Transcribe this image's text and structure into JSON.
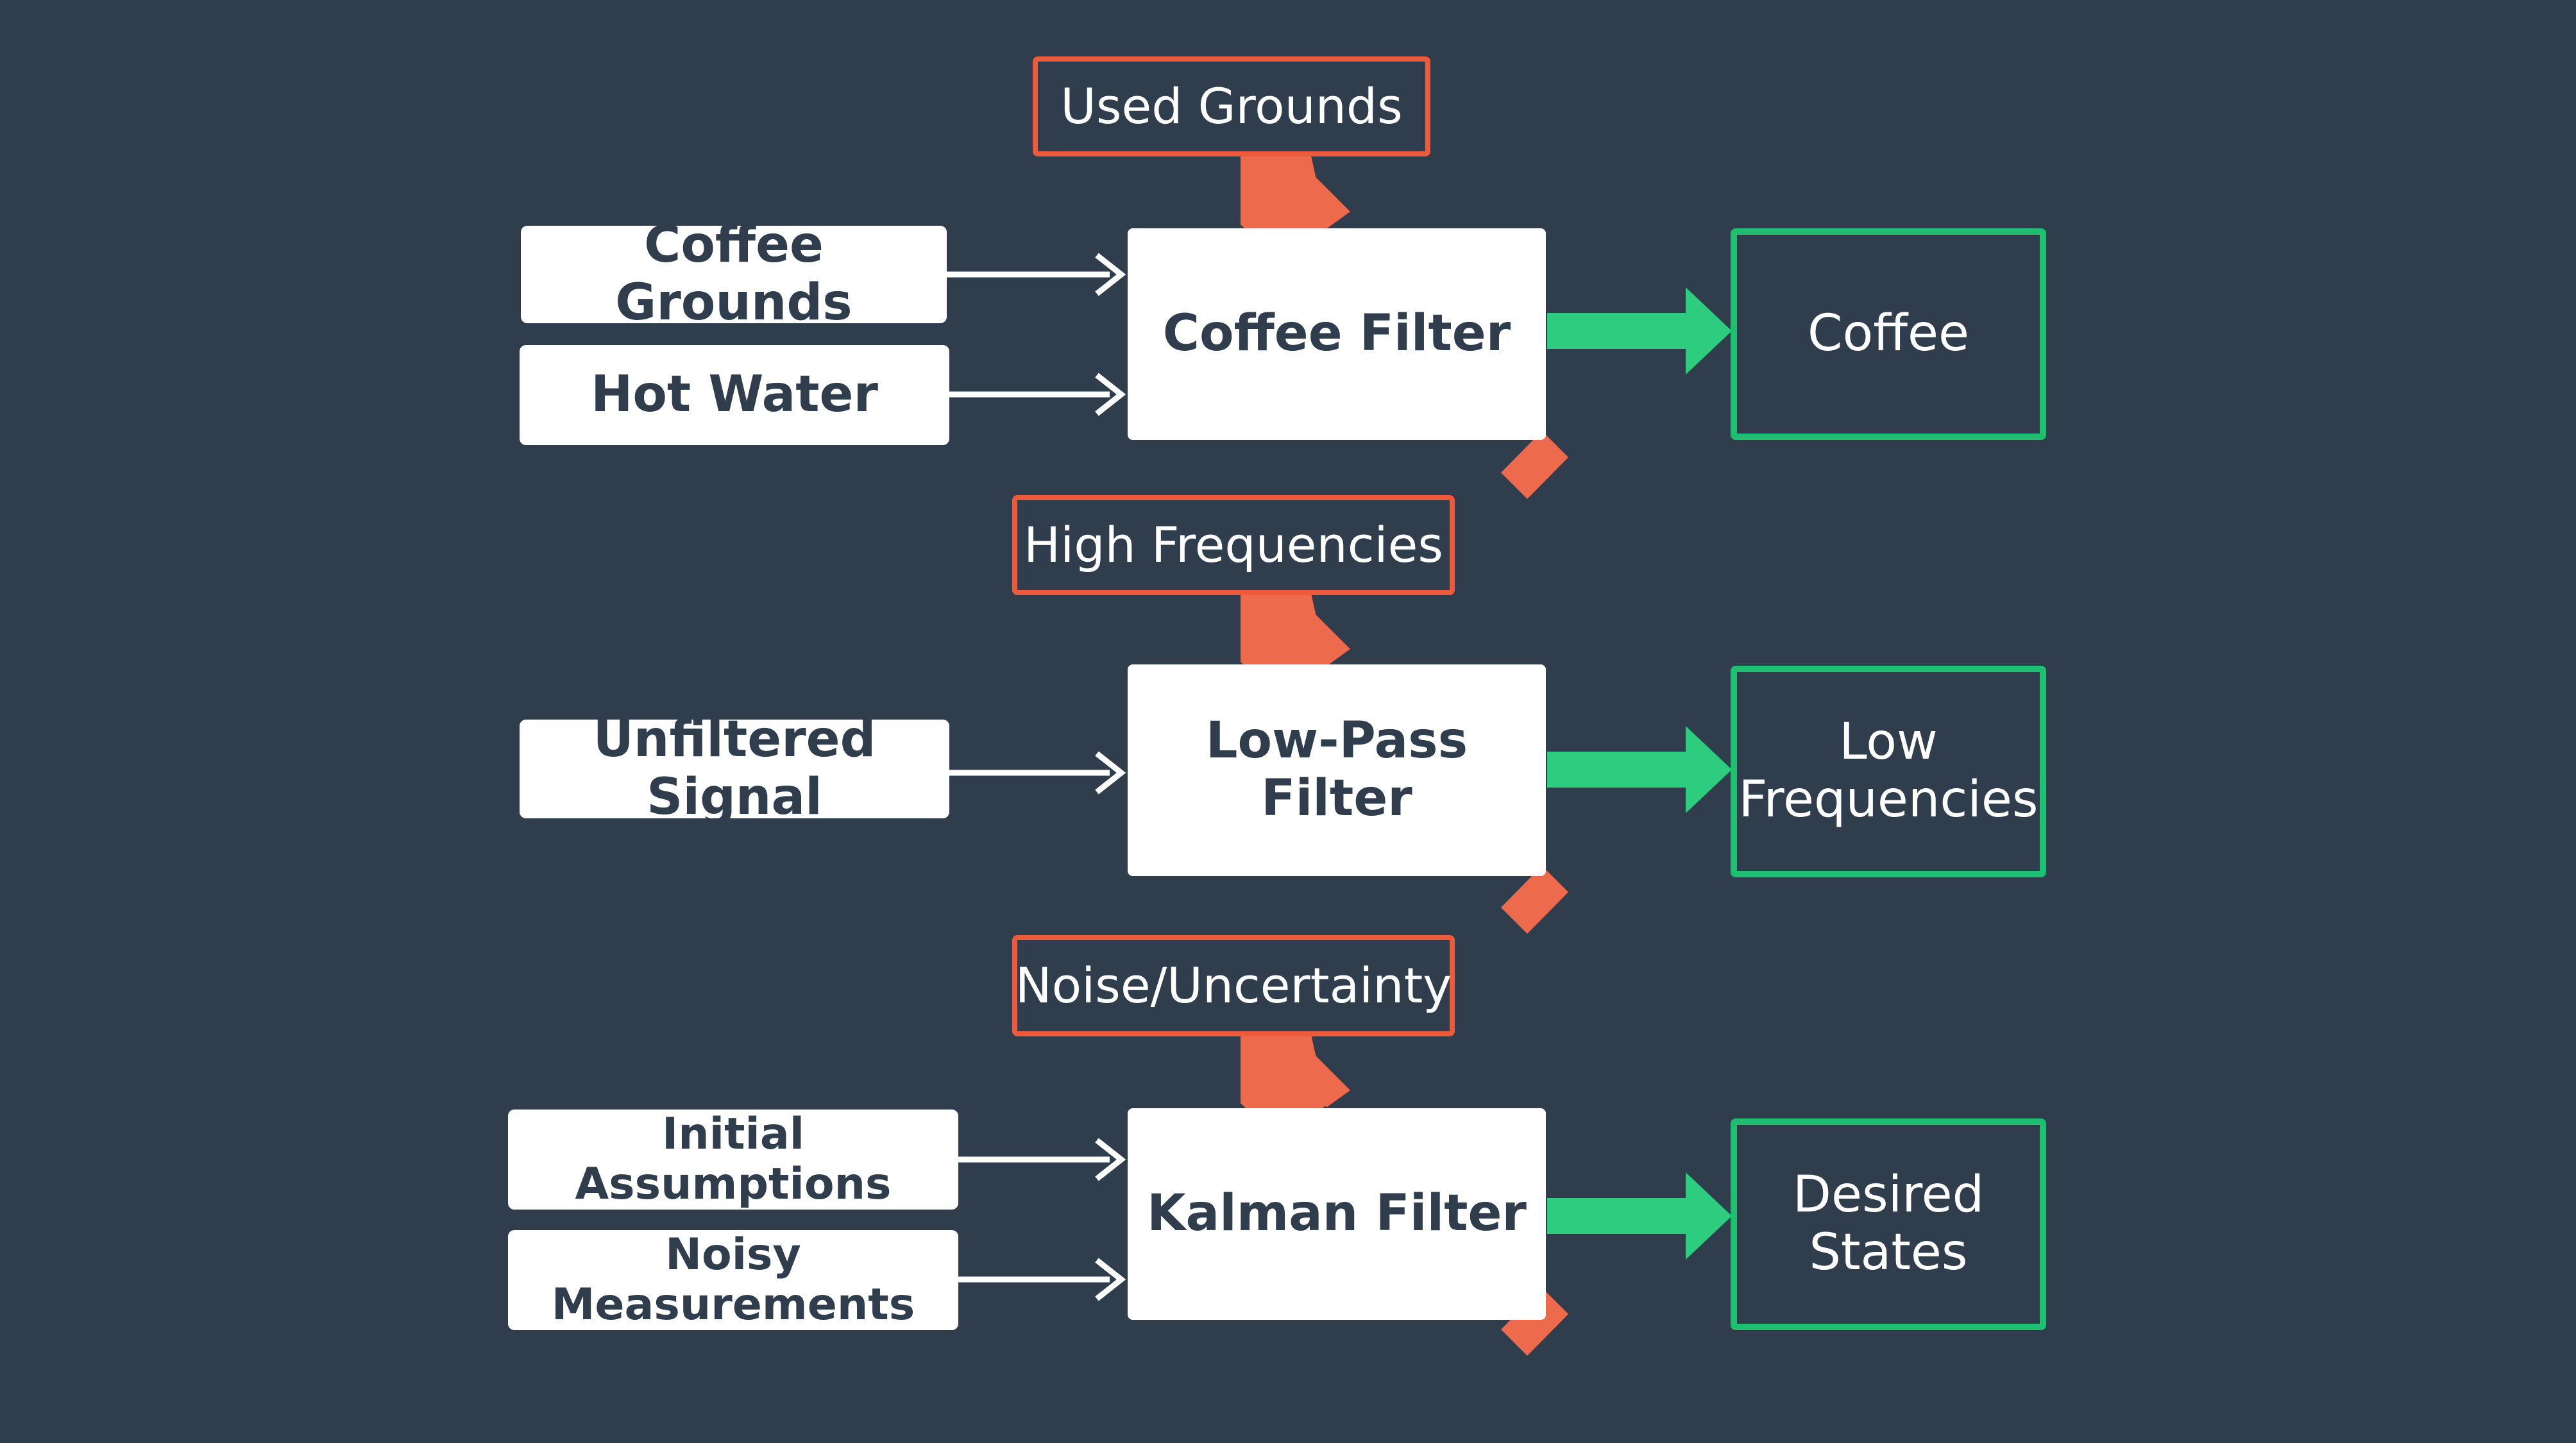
{
  "colors": {
    "background": "#2f3d4c",
    "box_fill": "#ffffff",
    "text_dark": "#2f3d4c",
    "waste_accent": "#ee5a3c",
    "output_accent": "#1fbf72"
  },
  "rows": [
    {
      "inputs": [
        "Coffee Grounds",
        "Hot Water"
      ],
      "filter": "Coffee Filter",
      "waste": "Used Grounds",
      "output": [
        "Coffee"
      ]
    },
    {
      "inputs": [
        "Unfiltered Signal"
      ],
      "filter": "Low-Pass Filter",
      "waste": "High Frequencies",
      "output": [
        "Low",
        "Frequencies"
      ]
    },
    {
      "inputs": [
        "Initial Assumptions",
        "Noisy Measurements"
      ],
      "filter": "Kalman Filter",
      "waste": "Noise/Uncertainty",
      "output": [
        "Desired",
        "States"
      ]
    }
  ]
}
